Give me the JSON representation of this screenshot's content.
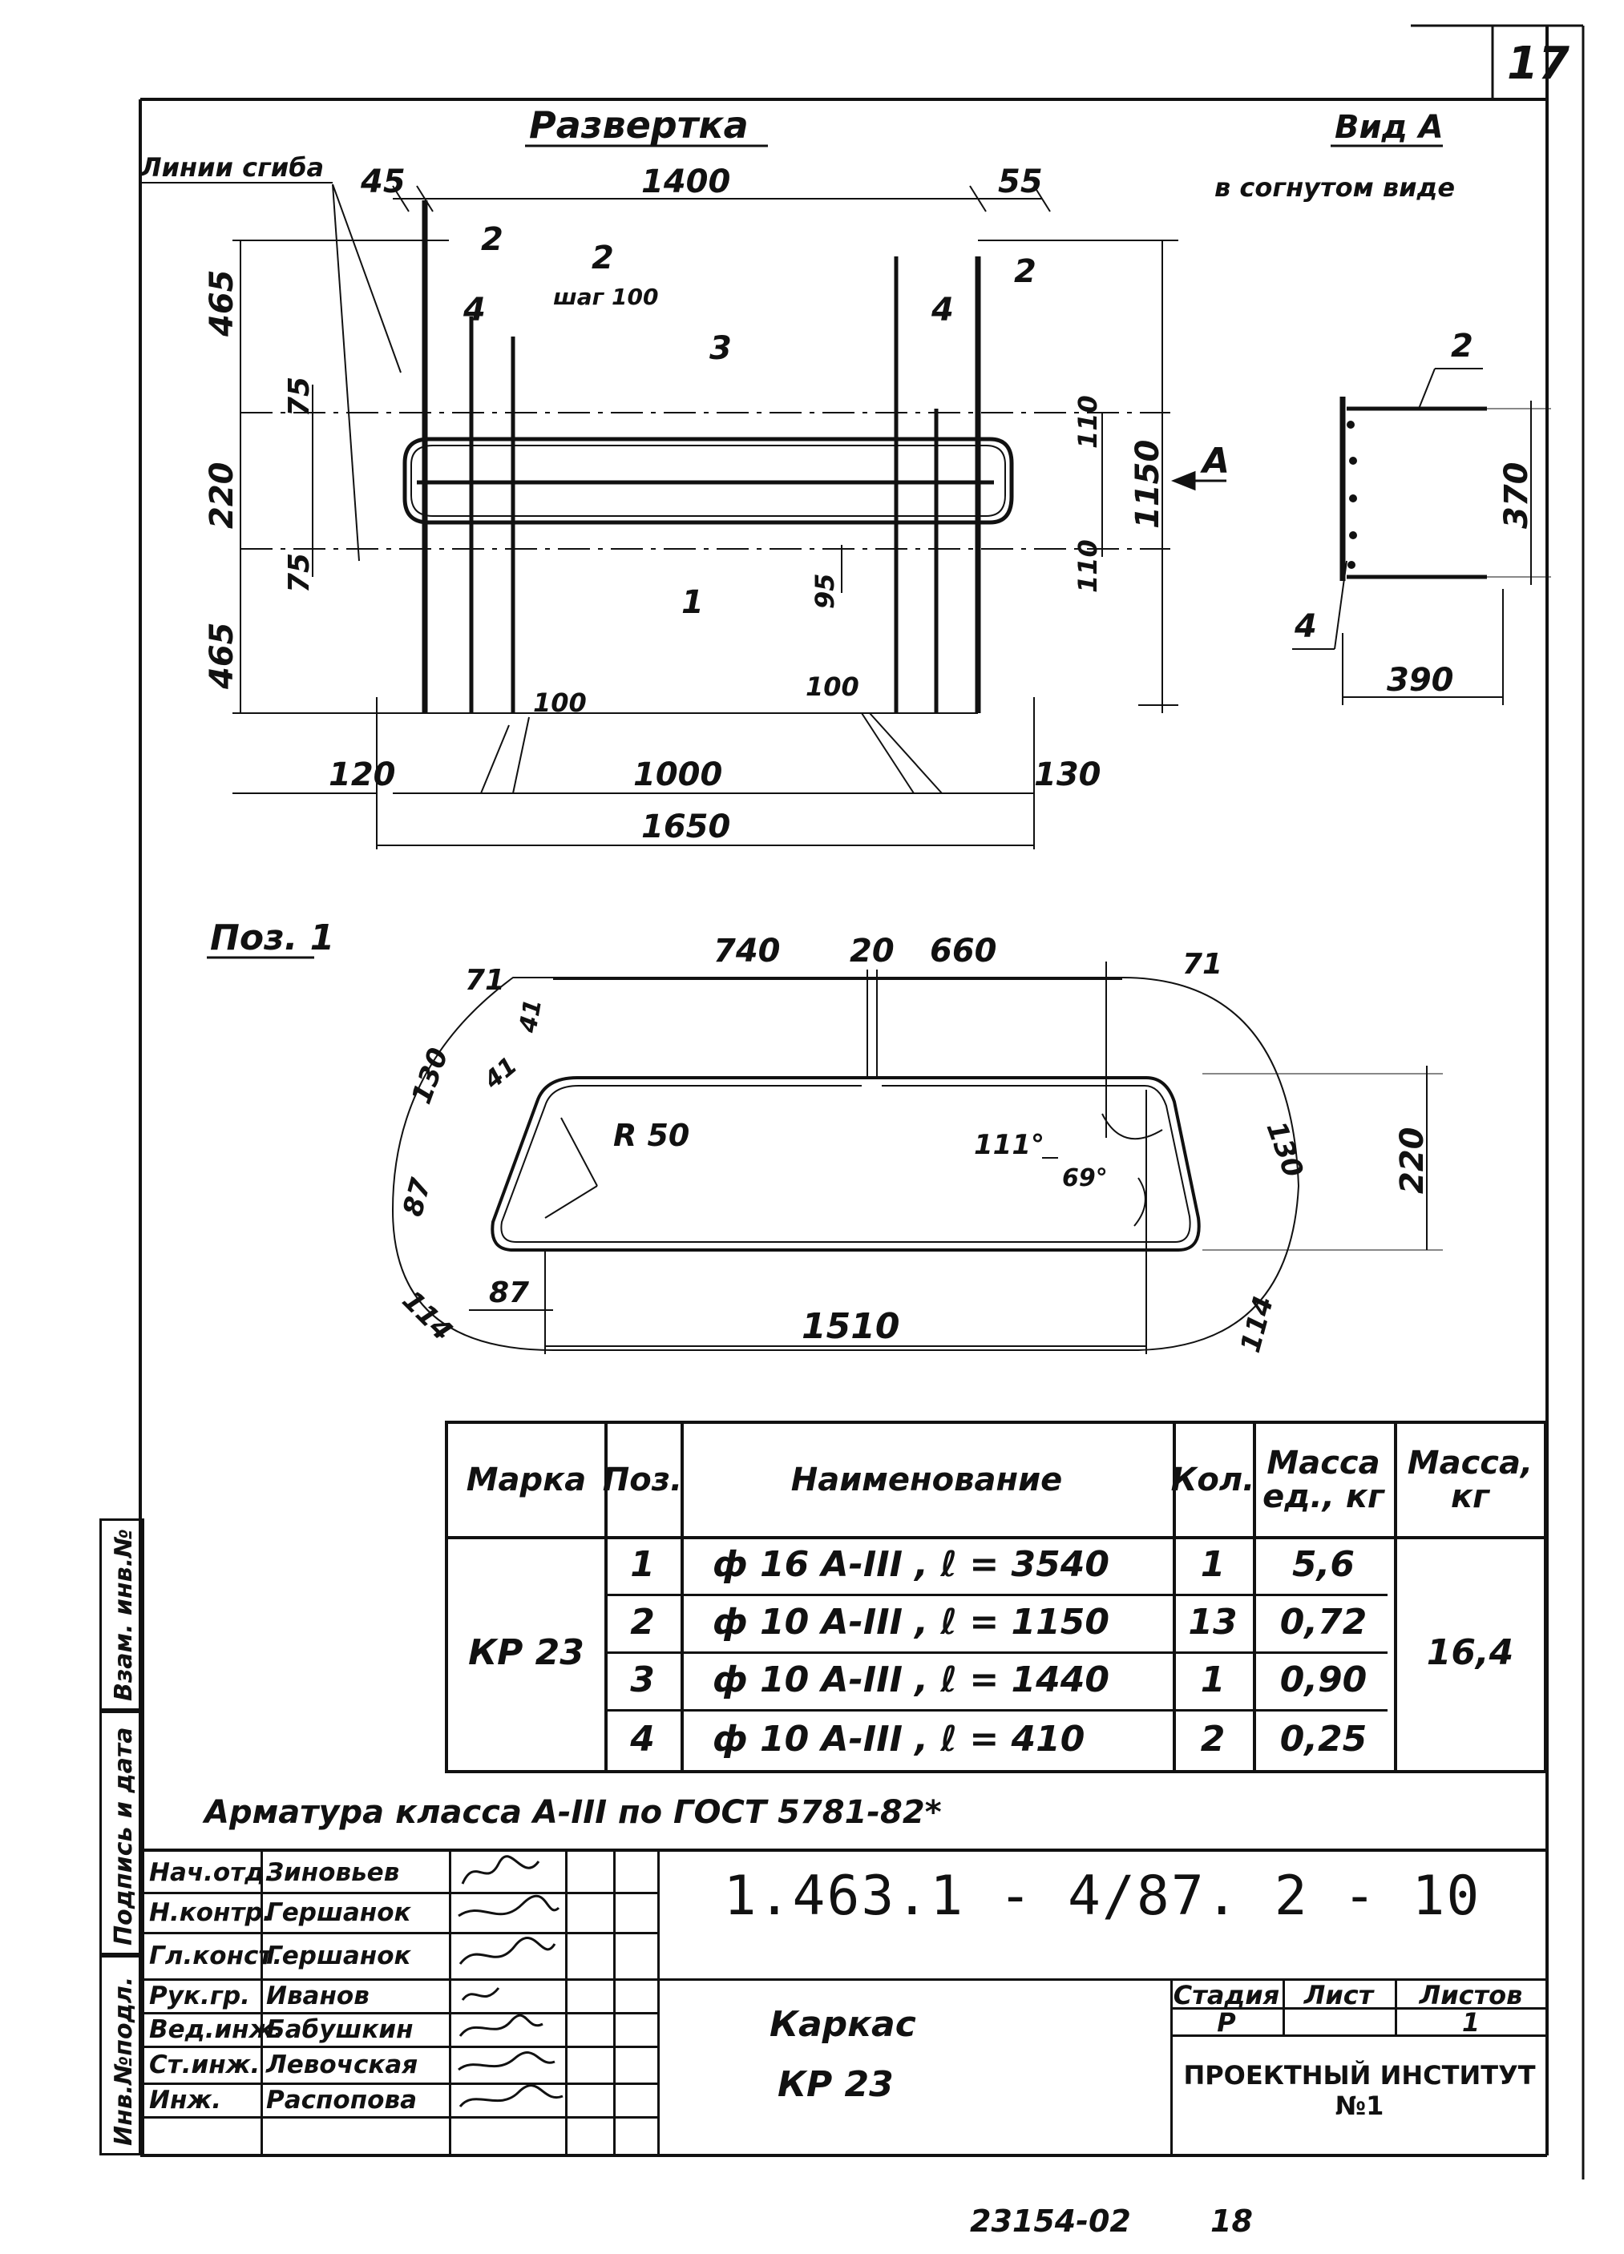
{
  "sheet_number": "17",
  "development": {
    "title": "Развертка",
    "bend_lines_label": "Линии сгиба",
    "step_label": "шаг 100",
    "arrow_label": "А",
    "positions": {
      "p1": "1",
      "p2": "2",
      "p3": "3",
      "p4": "4"
    },
    "dims": {
      "d45": "45",
      "d1400": "1400",
      "d55": "55",
      "d465_top": "465",
      "d75_top": "75",
      "d220": "220",
      "d75_bot": "75",
      "d465_bot": "465",
      "d110_top": "110",
      "d1150": "1150",
      "d110_bot": "110",
      "d95": "95",
      "d100_left": "100",
      "d100_right": "100",
      "d120": "120",
      "d1000": "1000",
      "d130": "130",
      "d1650": "1650"
    }
  },
  "view_a": {
    "title": "Вид А",
    "subtitle": "в согнутом виде",
    "pos2": "2",
    "pos4": "4",
    "d370": "370",
    "d390": "390"
  },
  "pos1": {
    "title": "Поз. 1",
    "dims": {
      "d71_left": "71",
      "d41_a": "41",
      "d41_b": "41",
      "d740": "740",
      "d20": "20",
      "d660": "660",
      "d71_right": "71",
      "d130_left": "130",
      "d130_right": "130",
      "d87_side": "87",
      "d87_bottom": "87",
      "d114_left": "114",
      "d114_right": "114",
      "d1510": "1510",
      "d220": "220",
      "radius": "R 50",
      "angle_111": "111°",
      "angle_69": "69°"
    }
  },
  "spec_table": {
    "headers": [
      "Марка",
      "Поз.",
      "Наименование",
      "Кол.",
      "Масса ед., кг",
      "Масса, кг"
    ],
    "mark": "КР 23",
    "rows": [
      {
        "pos": "1",
        "name": "ф 16 А-III , ℓ = 3540",
        "qty": "1",
        "unit_mass": "5,6"
      },
      {
        "pos": "2",
        "name": "ф 10 А-III , ℓ = 1150",
        "qty": "13",
        "unit_mass": "0,72"
      },
      {
        "pos": "3",
        "name": "ф 10 А-III , ℓ = 1440",
        "qty": "1",
        "unit_mass": "0,90"
      },
      {
        "pos": "4",
        "name": "ф 10 А-III , ℓ = 410",
        "qty": "2",
        "unit_mass": "0,25"
      }
    ],
    "total_mass": "16,4"
  },
  "note": "Арматура класса А-III по ГОСТ 5781-82*",
  "title_block": {
    "doc_code": "1.463.1 - 4/87. 2 - 10",
    "signatures": [
      {
        "role": "Нач.отд.",
        "name": "Зиновьев"
      },
      {
        "role": "Н.контр.",
        "name": "Гершанок"
      },
      {
        "role": "Гл.конст.",
        "name": "Гершанок"
      },
      {
        "role": "Рук.гр.",
        "name": "Иванов"
      },
      {
        "role": "Вед.инж.",
        "name": "Бабушкин"
      },
      {
        "role": "Ст.инж.",
        "name": "Левочская"
      },
      {
        "role": "Инж.",
        "name": "Распопова"
      }
    ],
    "product_name": "Каркас",
    "product_mark": "КР 23",
    "stage_label": "Стадия",
    "sheet_label": "Лист",
    "sheets_label": "Листов",
    "stage_value": "Р",
    "sheet_value": "",
    "sheets_value": "1",
    "organization": "ПРОЕКТНЫЙ ИНСТИТУТ №1"
  },
  "side_stamp": {
    "inv_orig": "Инв.№подл.",
    "sign_date": "Подпись и дата",
    "replaced_inv": "Взам. инв.№"
  },
  "footer": {
    "archive_no": "23154-02",
    "page": "18"
  }
}
